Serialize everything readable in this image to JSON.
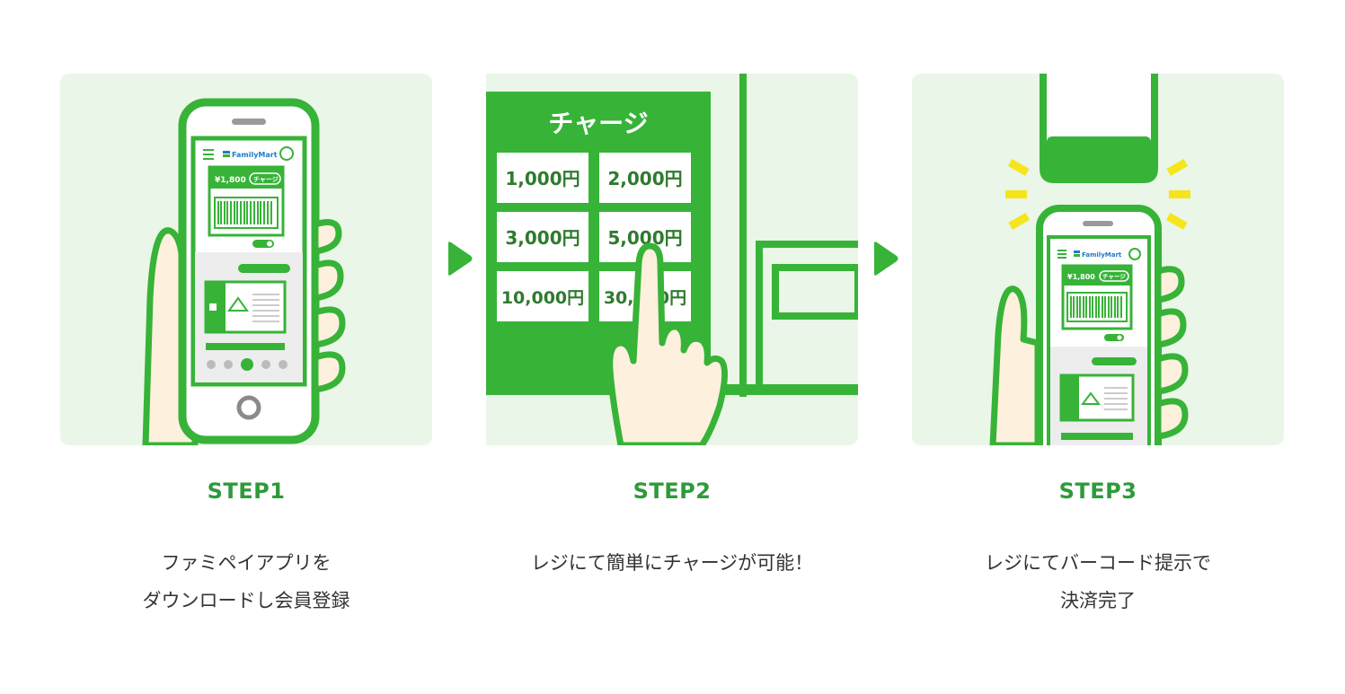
{
  "colors": {
    "brand_green": "#37b338",
    "title_green": "#2e9a3a",
    "panel_bg": "#eaf6e7",
    "skin": "#fdf0dd",
    "highlight_yellow": "#f5e51a",
    "text": "#333333"
  },
  "steps": [
    {
      "title": "STEP1",
      "desc": [
        "ファミペイアプリを",
        "ダウンロードし会員登録"
      ]
    },
    {
      "title": "STEP2",
      "desc": [
        "レジにて簡単にチャージが可能！"
      ]
    },
    {
      "title": "STEP3",
      "desc": [
        "レジにてバーコード提示で",
        "決済完了"
      ]
    }
  ],
  "phone_app": {
    "brand": "FamilyMart",
    "balance": "¥1,800",
    "charge_button": "チャージ"
  },
  "register": {
    "heading": "チャージ",
    "amounts": [
      "1,000円",
      "2,000円",
      "3,000円",
      "5,000円",
      "10,000円",
      "30,000円"
    ]
  },
  "icons": [
    "next-arrow-icon",
    "menu-icon",
    "account-icon",
    "barcode-icon",
    "onigiri-icon",
    "home-button-icon"
  ]
}
